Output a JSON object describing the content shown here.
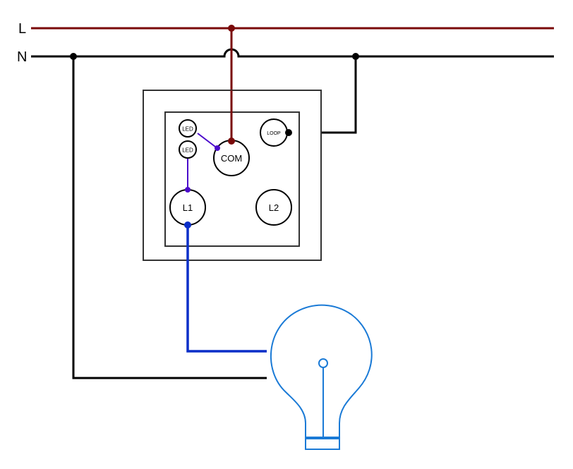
{
  "rails": {
    "live": {
      "label": "L",
      "color": "#7a0a0a"
    },
    "neutral": {
      "label": "N",
      "color": "#000000"
    }
  },
  "terminals": {
    "led1": "LED",
    "led2": "LED",
    "com": "COM",
    "loop": "LOOP",
    "l1": "L1",
    "l2": "L2"
  },
  "colors": {
    "switched_live": "#0a2ec8",
    "led_wire": "#4b0acb",
    "bulb": "#1a7ad6",
    "frame": "#333333"
  }
}
